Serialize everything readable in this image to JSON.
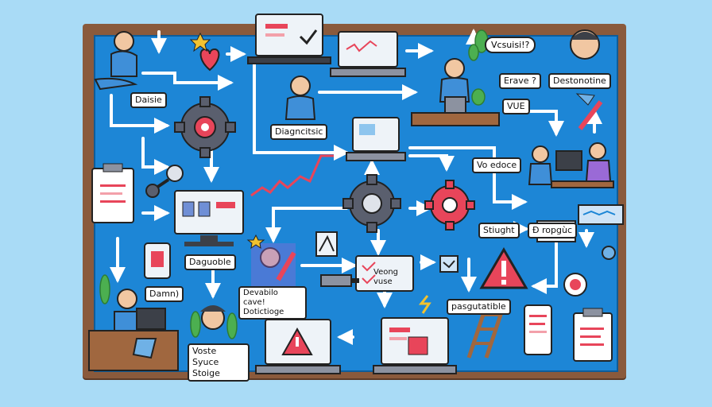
{
  "labels": {
    "daisie": "Daisie",
    "diagnostic": "Diagncitsic",
    "vcsuisi": "Vcsuisi!?",
    "erave": "Erave ?",
    "destonotine": "Destonotine",
    "vue": "VUE",
    "vo_edoce": "Vo edoce",
    "stiught": "Stiught",
    "d_ropguc": "Ð ropgùc",
    "daguoble": "Daguoble",
    "damn": "Damn)",
    "devabilo": "Devabilo cave! Dotictioge",
    "veong_vuse": "Veong vuse",
    "pasgutatible": "pasgutatible",
    "voste_syuce": "Voste Syuce Stoige"
  },
  "colors": {
    "background": "#a9dbf6",
    "board_frame": "#8a5a3c",
    "board": "#1d86d6",
    "arrow": "#ffffff",
    "accent_red": "#e8455a",
    "gear": "#5a5f6e"
  },
  "icons": [
    "heart-icon",
    "gear-icon",
    "warning-icon",
    "laptop-icon",
    "monitor-icon",
    "clipboard-icon",
    "ladder-icon",
    "person-icon",
    "plant-icon",
    "pencil-icon",
    "wrench-icon"
  ]
}
